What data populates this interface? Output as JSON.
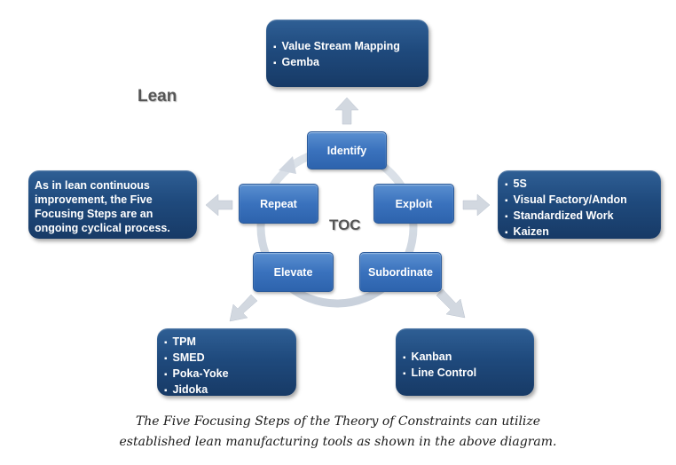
{
  "labels": {
    "lean": "Lean",
    "toc": "TOC"
  },
  "steps": {
    "identify": "Identify",
    "exploit": "Exploit",
    "subordinate": "Subordinate",
    "elevate": "Elevate",
    "repeat": "Repeat"
  },
  "boxes": {
    "identify_tools": [
      "Value  Stream Mapping",
      "Gemba"
    ],
    "exploit_tools": [
      "5S",
      "Visual Factory/Andon",
      "Standardized  Work",
      "Kaizen"
    ],
    "subordinate_tools": [
      "Kanban",
      "Line Control"
    ],
    "elevate_tools": [
      "TPM",
      "SMED",
      "Poka-Yoke",
      "Jidoka"
    ],
    "repeat_text": [
      "As in lean continuous",
      "improvement, the Five",
      "Focusing  Steps are an",
      "ongoing  cyclical process."
    ]
  },
  "caption": {
    "line1": "The Five Focusing Steps of the Theory of Constraints can utilize",
    "line2": "established lean manufacturing tools as shown in the above diagram."
  },
  "colors": {
    "box_dark": "#1f4a7d",
    "step_blue": "#3a72bd",
    "arrow_gray": "#cfd6e0"
  }
}
